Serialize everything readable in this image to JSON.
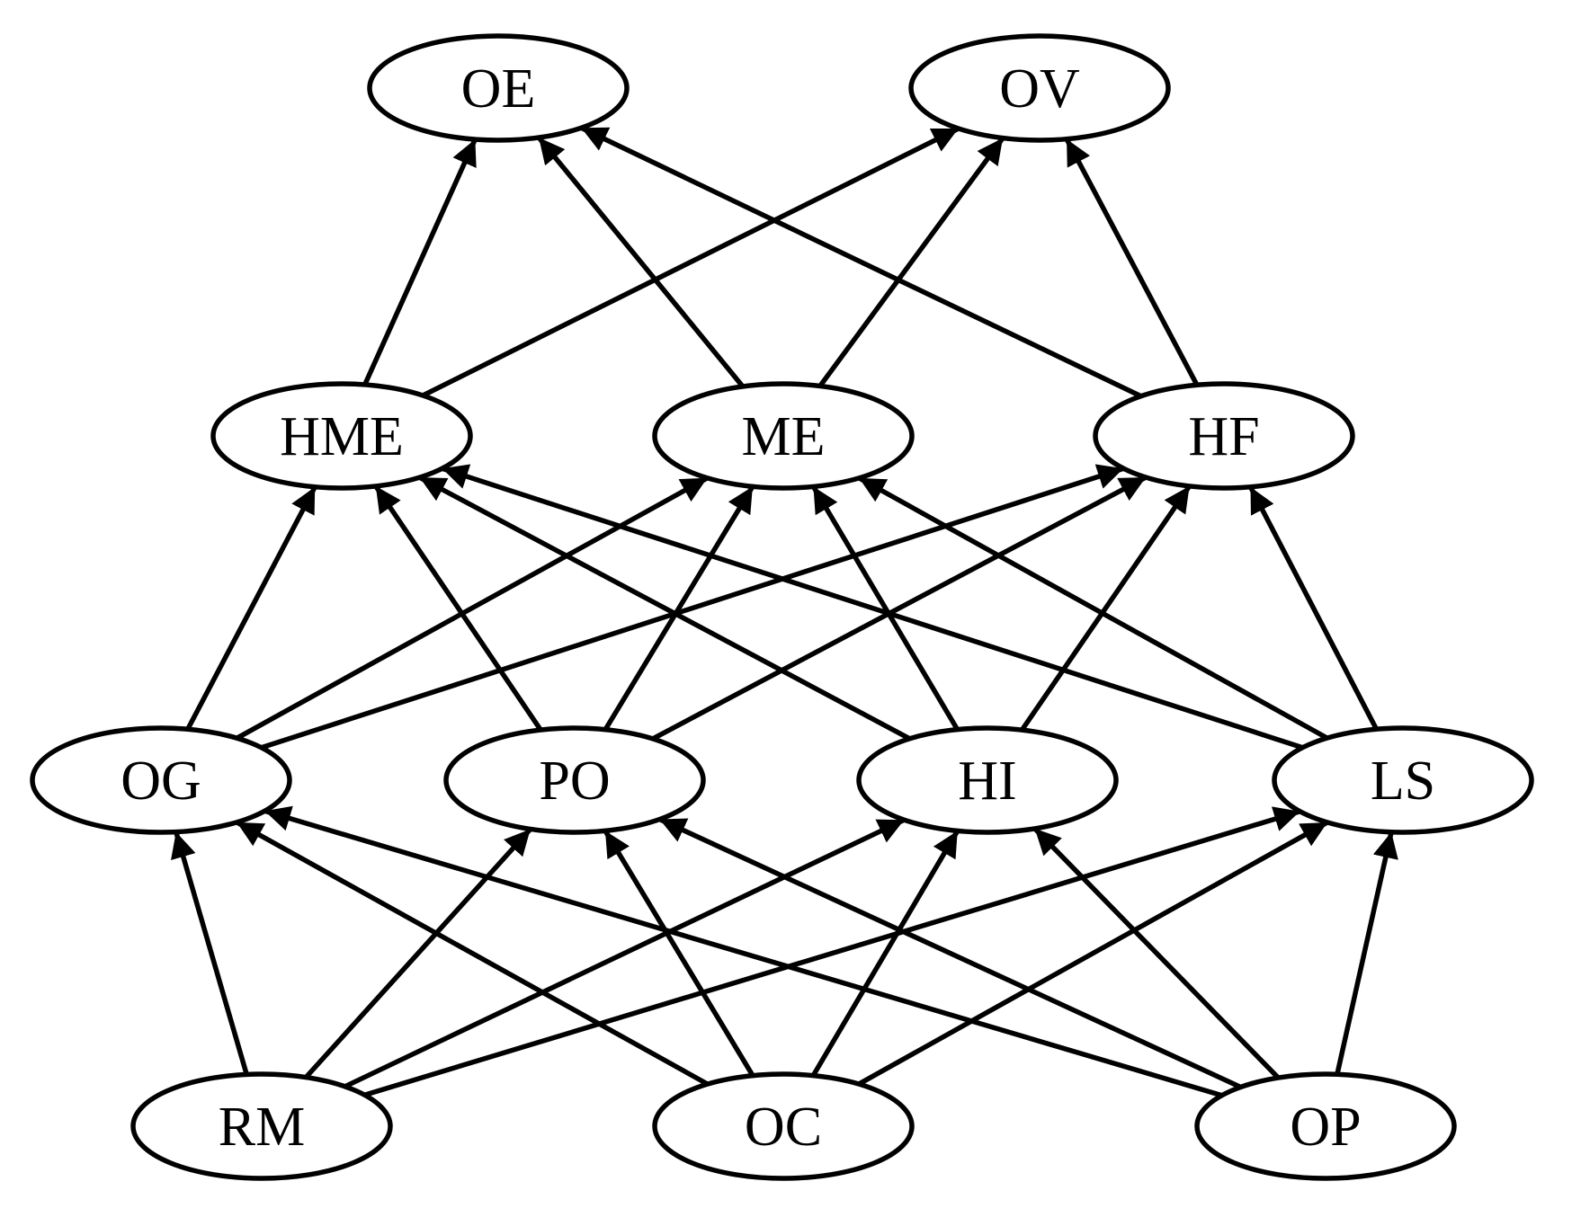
{
  "diagram": {
    "type": "directed-graph",
    "nodes": [
      {
        "id": "OE",
        "label": "OE"
      },
      {
        "id": "OV",
        "label": "OV"
      },
      {
        "id": "HME",
        "label": "HME"
      },
      {
        "id": "ME",
        "label": "ME"
      },
      {
        "id": "HF",
        "label": "HF"
      },
      {
        "id": "OG",
        "label": "OG"
      },
      {
        "id": "PO",
        "label": "PO"
      },
      {
        "id": "HI",
        "label": "HI"
      },
      {
        "id": "LS",
        "label": "LS"
      },
      {
        "id": "RM",
        "label": "RM"
      },
      {
        "id": "OC",
        "label": "OC"
      },
      {
        "id": "OP",
        "label": "OP"
      }
    ],
    "edges": [
      {
        "from": "HME",
        "to": "OE"
      },
      {
        "from": "HME",
        "to": "OV"
      },
      {
        "from": "ME",
        "to": "OE"
      },
      {
        "from": "ME",
        "to": "OV"
      },
      {
        "from": "HF",
        "to": "OE"
      },
      {
        "from": "HF",
        "to": "OV"
      },
      {
        "from": "OG",
        "to": "HME"
      },
      {
        "from": "OG",
        "to": "ME"
      },
      {
        "from": "OG",
        "to": "HF"
      },
      {
        "from": "PO",
        "to": "HME"
      },
      {
        "from": "PO",
        "to": "ME"
      },
      {
        "from": "PO",
        "to": "HF"
      },
      {
        "from": "HI",
        "to": "HME"
      },
      {
        "from": "HI",
        "to": "ME"
      },
      {
        "from": "HI",
        "to": "HF"
      },
      {
        "from": "LS",
        "to": "HME"
      },
      {
        "from": "LS",
        "to": "ME"
      },
      {
        "from": "LS",
        "to": "HF"
      },
      {
        "from": "RM",
        "to": "OG"
      },
      {
        "from": "RM",
        "to": "PO"
      },
      {
        "from": "RM",
        "to": "HI"
      },
      {
        "from": "RM",
        "to": "LS"
      },
      {
        "from": "OC",
        "to": "OG"
      },
      {
        "from": "OC",
        "to": "PO"
      },
      {
        "from": "OC",
        "to": "HI"
      },
      {
        "from": "OC",
        "to": "LS"
      },
      {
        "from": "OP",
        "to": "OG"
      },
      {
        "from": "OP",
        "to": "PO"
      },
      {
        "from": "OP",
        "to": "HI"
      },
      {
        "from": "OP",
        "to": "LS"
      }
    ]
  }
}
